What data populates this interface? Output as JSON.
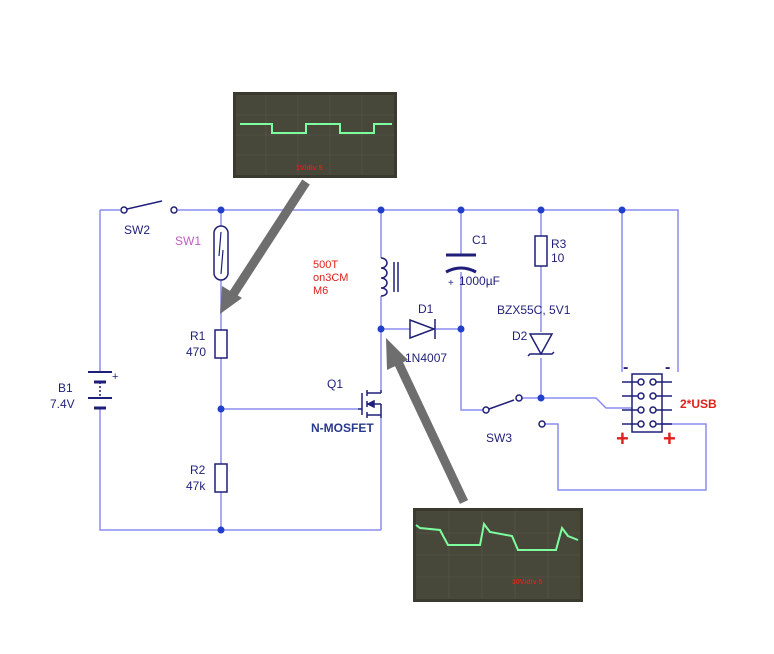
{
  "colors": {
    "wire": "#8c8cf0",
    "component": "#1f1f7a",
    "junction": "#1f3fd0",
    "annotation_red": "#e0201a",
    "switch_label": "#c060c0",
    "scope_bg": "#3a3a2e",
    "scope_trace": "#7dffa0",
    "arrow": "#6e6e6e"
  },
  "components": {
    "sw2": {
      "label": "SW2"
    },
    "sw1": {
      "label": "SW1"
    },
    "r1": {
      "label": "R1",
      "value": "470"
    },
    "r2": {
      "label": "R2",
      "value": "47k"
    },
    "b1": {
      "label": "B1",
      "value": "7.4V"
    },
    "q1": {
      "label": "Q1",
      "type": "N-MOSFET"
    },
    "l1": {
      "note_lines": [
        "500T",
        "on3CM",
        "M6"
      ]
    },
    "d1": {
      "label": "D1",
      "part": "1N4007"
    },
    "c1": {
      "label": "C1",
      "value": "1000µF"
    },
    "r3": {
      "label": "R3",
      "value": "10"
    },
    "d2": {
      "label": "D2",
      "part": "BZX55C, 5V1"
    },
    "sw3": {
      "label": "SW3"
    },
    "usb": {
      "label": "2*USB",
      "plus": "+",
      "minus": "-"
    }
  },
  "scopes": [
    {
      "caption": "1V/div 5"
    },
    {
      "caption": "10V/div 5"
    }
  ],
  "icons": [
    "battery-icon",
    "switch-icon",
    "resistor-icon",
    "mosfet-icon",
    "inductor-icon",
    "diode-icon",
    "zener-icon",
    "capacitor-icon",
    "usb-connector-icon",
    "oscilloscope-trace-icon",
    "arrow-icon"
  ]
}
